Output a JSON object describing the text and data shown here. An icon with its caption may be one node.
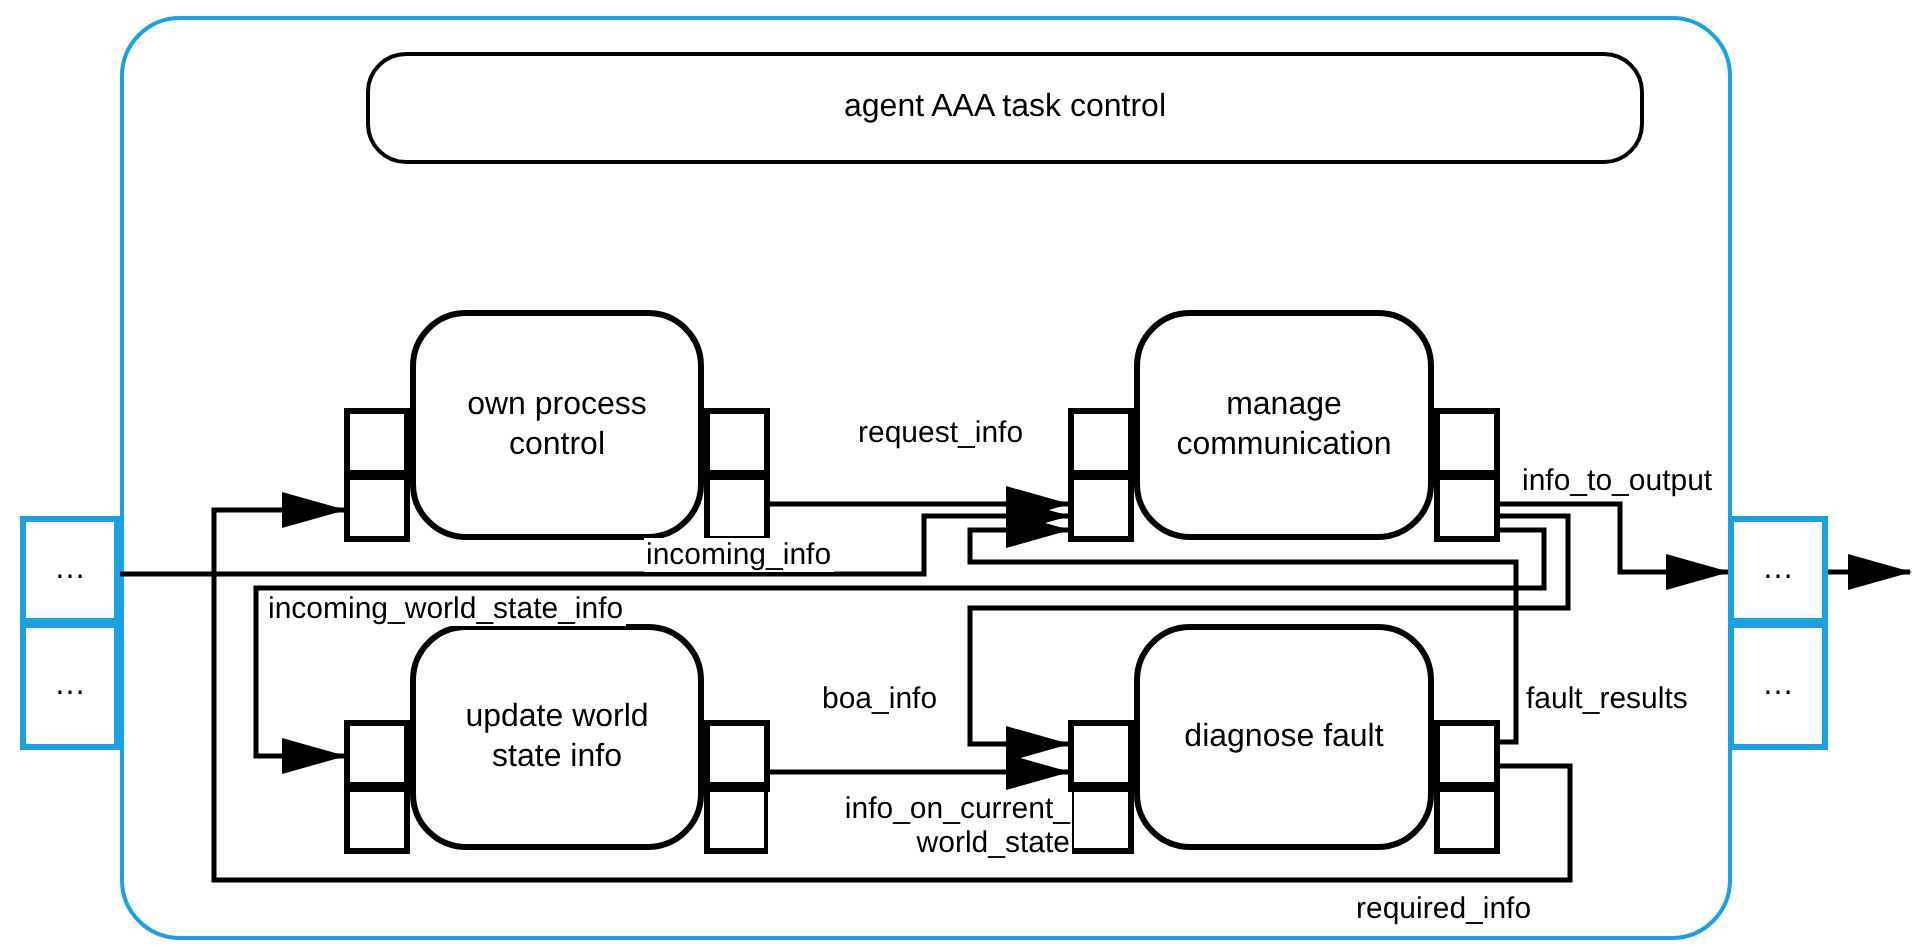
{
  "diagram": {
    "nodes": [
      {
        "text": [],
        "shape": "box"
      },
      {
        "text": [
          "agent AAA task control"
        ],
        "in": 0
      },
      {
        "text": [
          "own process control"
        ],
        "in": 0
      },
      {
        "text": [
          "manage communication"
        ],
        "in": 0
      },
      {
        "text": [
          "update world state info"
        ],
        "in": 0
      },
      {
        "text": [
          "diagnose fault"
        ],
        "in": 0
      },
      {
        "text": [
          "…"
        ]
      },
      {
        "text": [
          "…"
        ]
      },
      {
        "text": [
          "…"
        ]
      },
      {
        "text": [
          "…"
        ]
      },
      {
        "text": [],
        "shape": "box",
        "in": 0
      },
      {
        "text": [],
        "shape": "box",
        "in": 0
      },
      {
        "text": [],
        "shape": "box",
        "in": 0
      },
      {
        "text": [],
        "shape": "box",
        "in": 0
      },
      {
        "text": [],
        "shape": "box",
        "in": 0
      },
      {
        "text": [],
        "shape": "box",
        "in": 0
      },
      {
        "text": [],
        "shape": "box",
        "in": 0
      },
      {
        "text": [],
        "shape": "box",
        "in": 0
      },
      {
        "text": [],
        "shape": "box",
        "in": 0
      },
      {
        "text": [],
        "shape": "box",
        "in": 0
      },
      {
        "text": [],
        "shape": "box",
        "in": 0
      },
      {
        "text": [],
        "shape": "box",
        "in": 0
      },
      {
        "text": [],
        "shape": "box",
        "in": 0
      },
      {
        "text": [],
        "shape": "box",
        "in": 0
      },
      {
        "text": [],
        "shape": "box",
        "in": 0
      },
      {
        "text": [],
        "shape": "box",
        "in": 0
      }
    ],
    "edges": [
      {
        "from": 6,
        "to": 15,
        "arrow": "to",
        "label": "incoming_info"
      },
      {
        "from": 13,
        "to": 15,
        "arrow": "to",
        "label": "request_info"
      },
      {
        "from": 17,
        "to": 8,
        "arrow": "to",
        "label": "info_to_output"
      },
      {
        "from": 17,
        "to": 18,
        "arrow": "to",
        "label": "incoming_world_state_info"
      },
      {
        "from": 17,
        "to": 22,
        "arrow": "to",
        "label": "boa_info"
      },
      {
        "from": 24,
        "to": 15,
        "arrow": "to",
        "label": "fault_results"
      },
      {
        "from": 20,
        "to": 22,
        "arrow": "to",
        "label": "info_on_current_ world_state"
      },
      {
        "from": 24,
        "to": 11,
        "arrow": "to",
        "label": "required_info"
      },
      {
        "from": 8,
        "to": null,
        "arrow": "to"
      }
    ]
  }
}
